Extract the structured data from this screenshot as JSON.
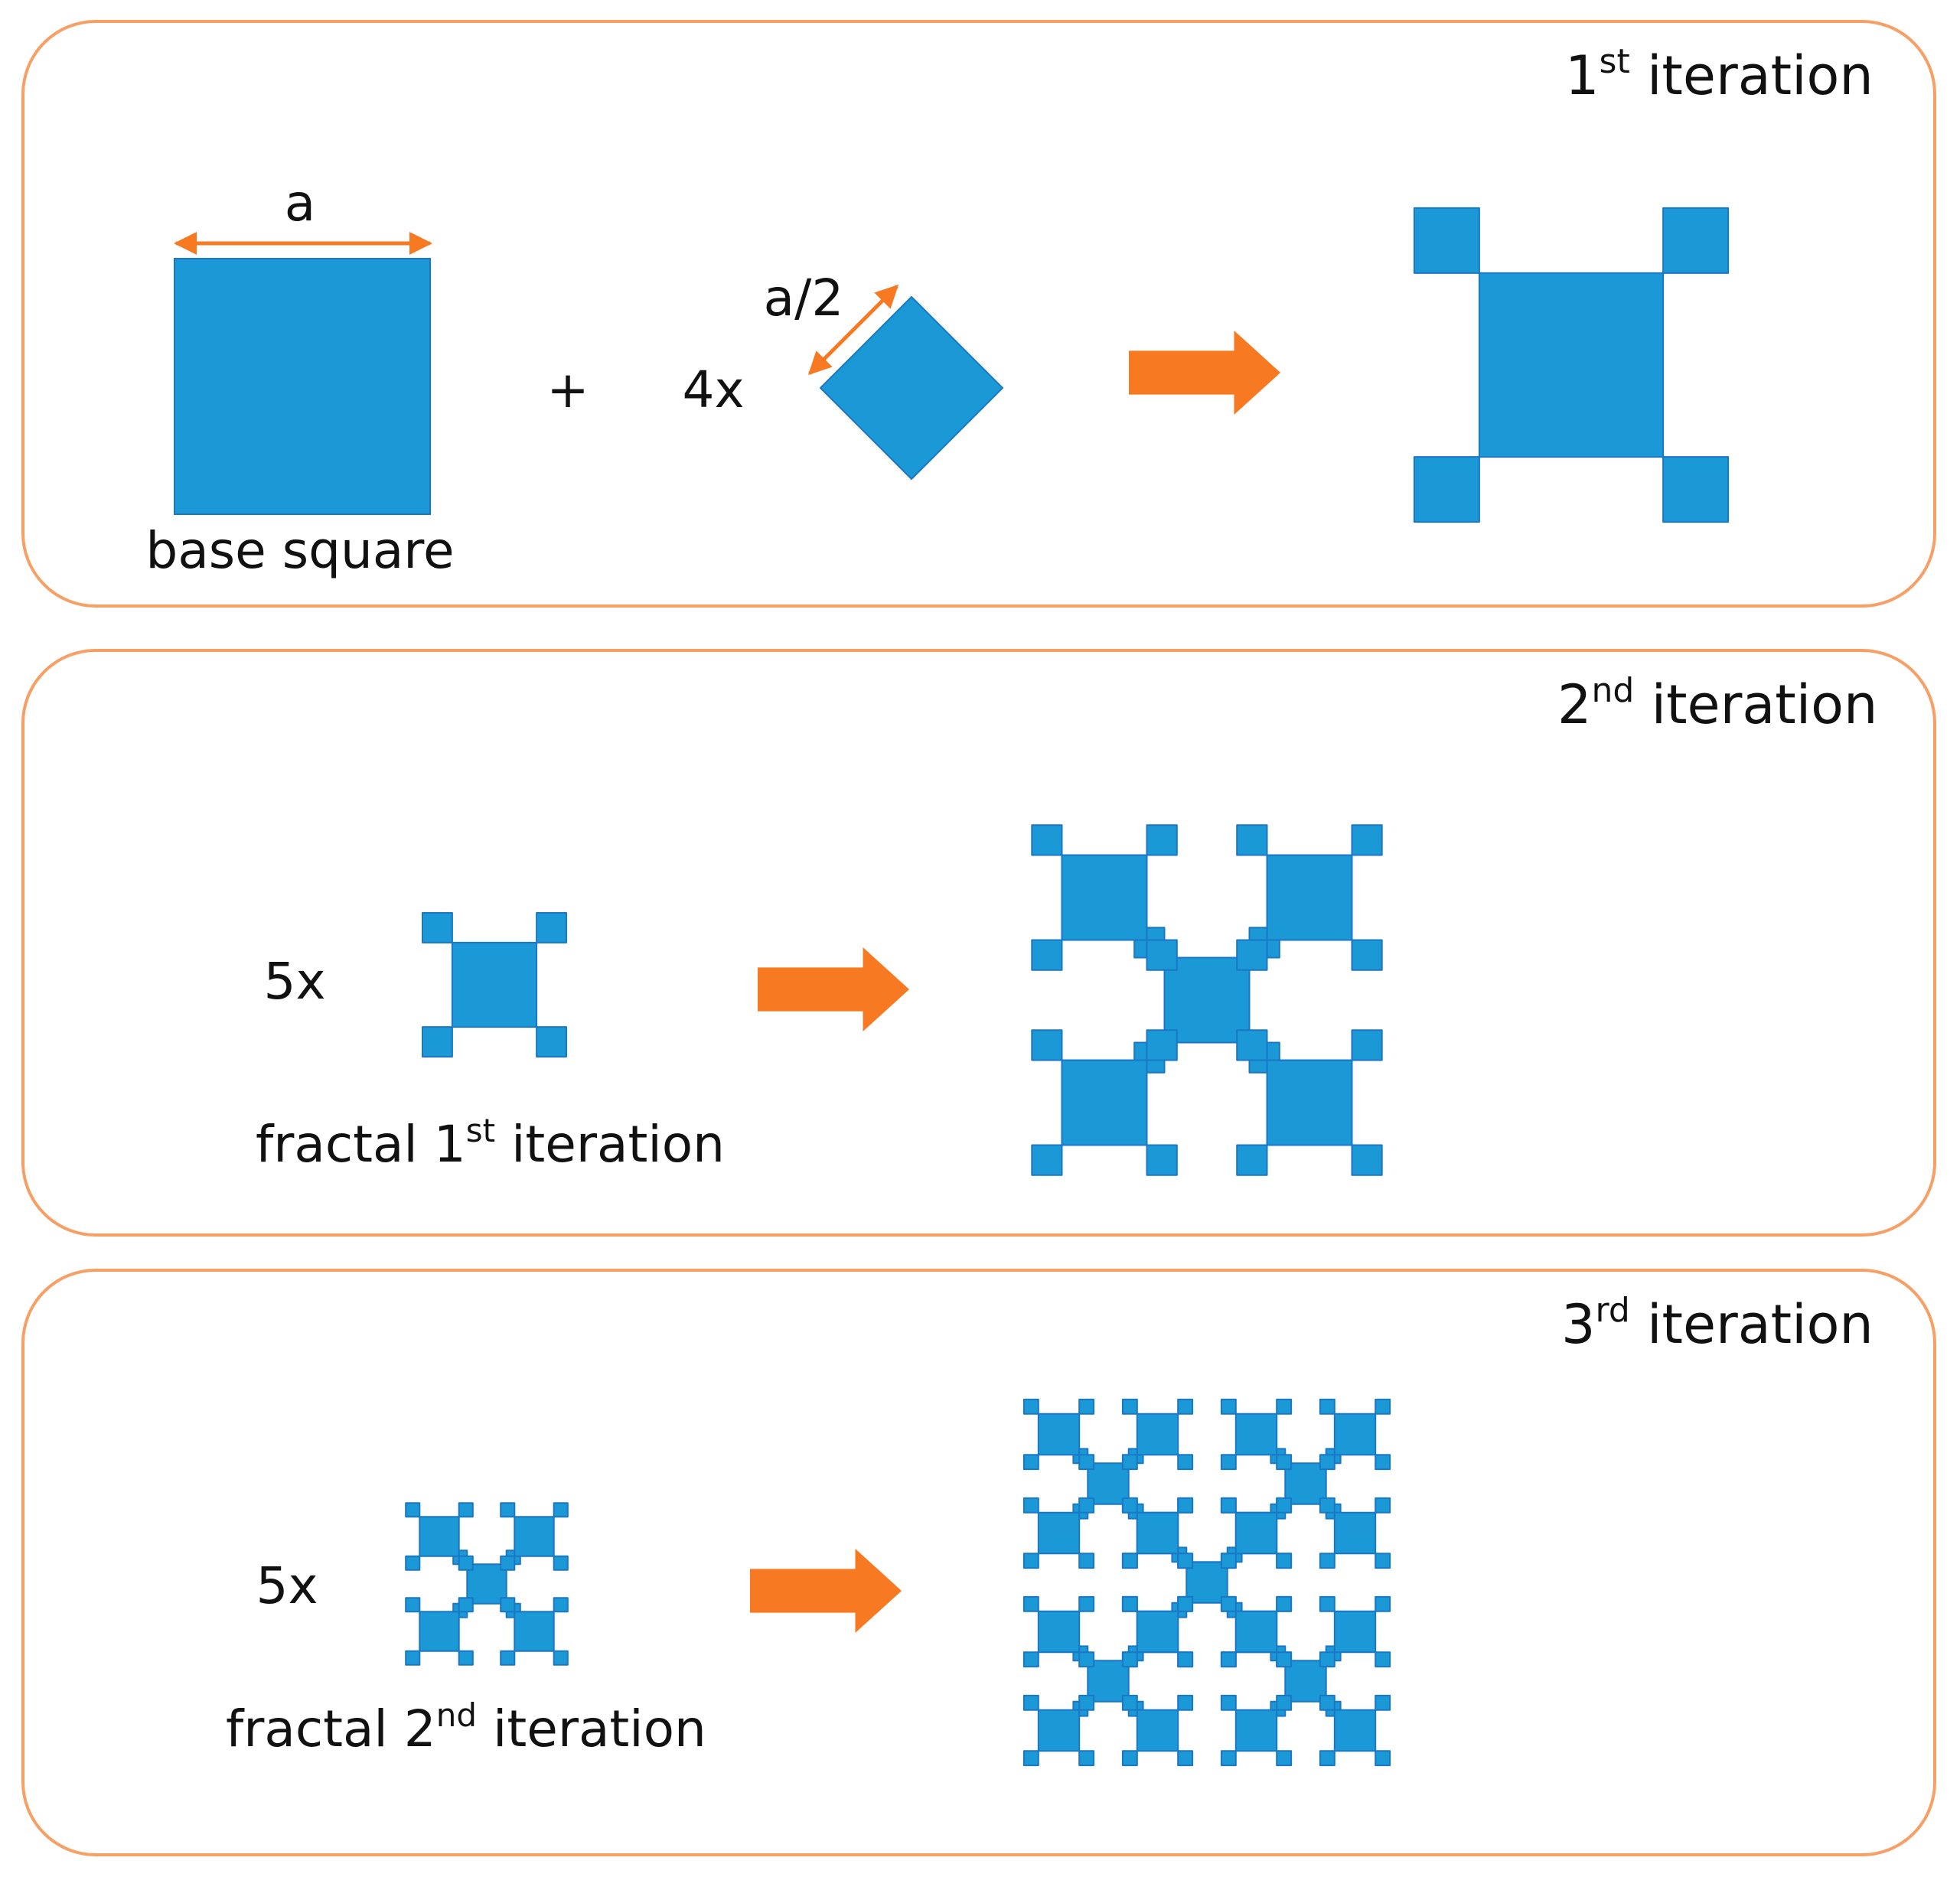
{
  "colors": {
    "shape": "#1a99d6",
    "shape_edge": "#1b77c5",
    "accent": "#f77a23",
    "panel_border": "#f7a066"
  },
  "panels": [
    {
      "ordinal_num": "1",
      "ordinal_sup": "st",
      "title_rest": " iteration",
      "side_label": "a",
      "base_label": "base square",
      "plus": "+",
      "multiplier": "4x",
      "half_label": "a/2"
    },
    {
      "ordinal_num": "2",
      "ordinal_sup": "nd",
      "title_rest": " iteration",
      "multiplier": "5x",
      "caption_pre": "fractal 1",
      "caption_sup": "st",
      "caption_post": " iteration"
    },
    {
      "ordinal_num": "3",
      "ordinal_sup": "rd",
      "title_rest": " iteration",
      "multiplier": "5x",
      "caption_pre": "fractal 2",
      "caption_sup": "nd",
      "caption_post": " iteration"
    }
  ]
}
